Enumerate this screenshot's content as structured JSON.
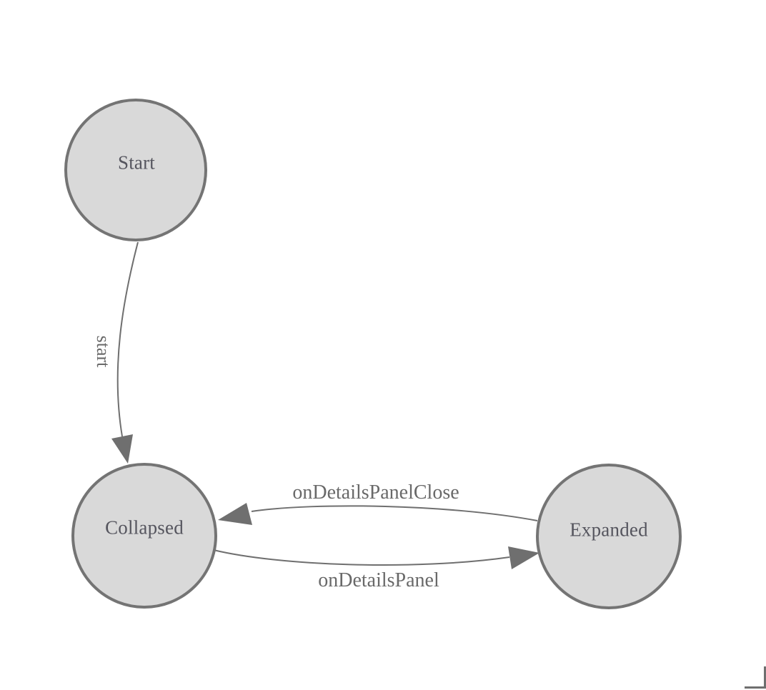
{
  "diagram": {
    "type": "state-machine",
    "nodes": [
      {
        "id": "start",
        "label": "Start"
      },
      {
        "id": "collapsed",
        "label": "Collapsed"
      },
      {
        "id": "expanded",
        "label": "Expanded"
      }
    ],
    "edges": [
      {
        "id": "start-transition",
        "label": "start",
        "from": "Start",
        "to": "Collapsed"
      },
      {
        "id": "close-transition",
        "label": "onDetailsPanelClose",
        "from": "Expanded",
        "to": "Collapsed"
      },
      {
        "id": "open-transition",
        "label": "onDetailsPanel",
        "from": "Collapsed",
        "to": "Expanded"
      }
    ],
    "colors": {
      "node_fill": "#d9d9d9",
      "node_stroke": "#747474",
      "edge": "#6f6f6f",
      "node_text": "#55555e",
      "edge_text": "#696969"
    }
  }
}
